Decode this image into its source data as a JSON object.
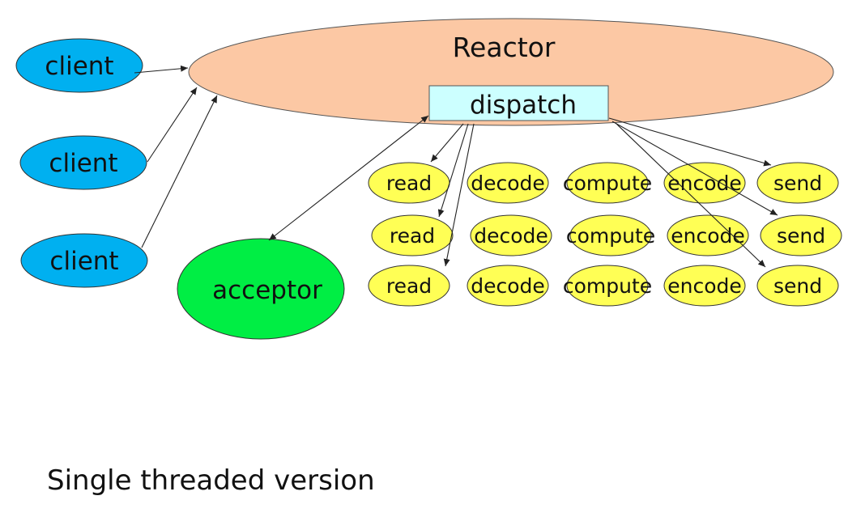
{
  "diagram": {
    "reactor": {
      "label": "Reactor",
      "fill": "#FCC8A4"
    },
    "dispatch": {
      "label": "dispatch",
      "fill": "#CCFFFF"
    },
    "acceptor": {
      "label": "acceptor",
      "fill": "#00EE44"
    },
    "clients": [
      {
        "label": "client"
      },
      {
        "label": "client"
      },
      {
        "label": "client"
      }
    ],
    "client_fill": "#00B0F0",
    "task_fill": "#FFFF55",
    "task_rows": [
      [
        "read",
        "decode",
        "compute",
        "encode",
        "send"
      ],
      [
        "read",
        "decode",
        "compute",
        "encode",
        "send"
      ],
      [
        "read",
        "decode",
        "compute",
        "encode",
        "send"
      ]
    ]
  },
  "caption": "Single threaded version"
}
